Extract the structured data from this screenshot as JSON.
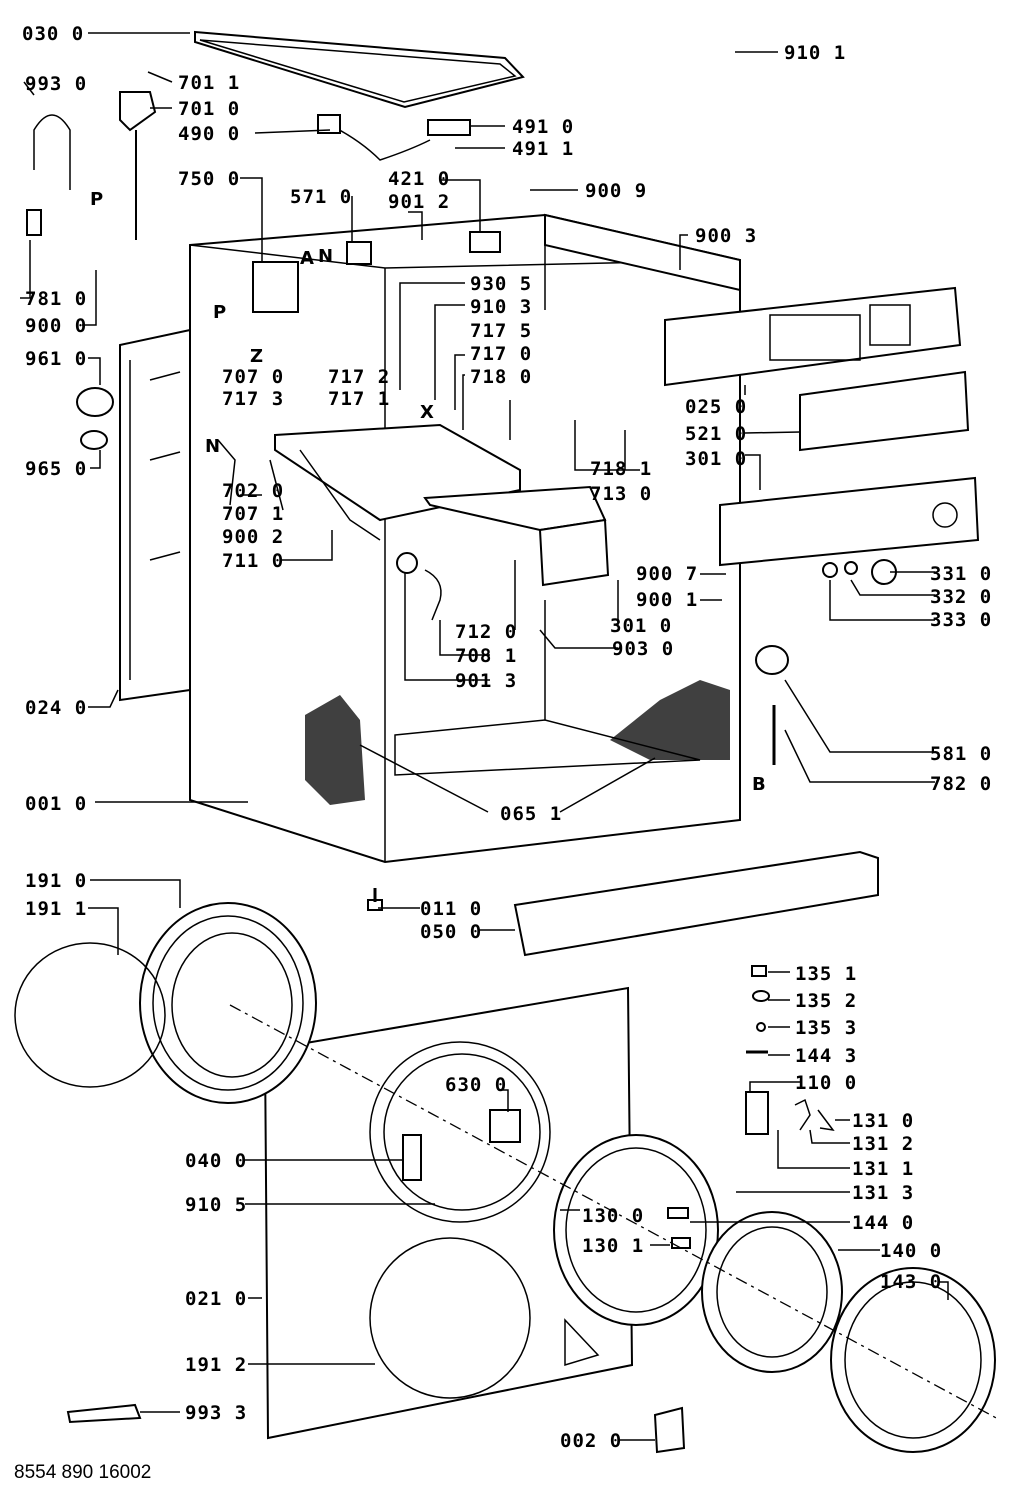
{
  "document_ref": "8554 890 16002",
  "callouts": {
    "c0300": "030 0",
    "c9101": "910 1",
    "c9930": "993 0",
    "c7011": "701 1",
    "c7010": "701 0",
    "c4900": "490 0",
    "c4910": "491 0",
    "c4911": "491 1",
    "c7500": "750 0",
    "c5710": "571 0",
    "c4210": "421 0",
    "c9012": "901 2",
    "c9009": "900 9",
    "c9003": "900 3",
    "c7810": "781 0",
    "c9000": "900 0",
    "c9610": "961 0",
    "c9650": "965 0",
    "c9305": "930 5",
    "c9103": "910 3",
    "c7175": "717 5",
    "c7170": "717 0",
    "c7180": "718 0",
    "c7070": "707 0",
    "c7172": "717 2",
    "c7173": "717 3",
    "c7171": "717 1",
    "c0250": "025 0",
    "c5210": "521 0",
    "c3010a": "301 0",
    "c7181": "718 1",
    "c7130": "713 0",
    "c7020": "702 0",
    "c7071": "707 1",
    "c9002": "900 2",
    "c7110": "711 0",
    "c9007": "900 7",
    "c9001": "900 1",
    "c3310": "331 0",
    "c3320": "332 0",
    "c3330": "333 0",
    "c7120": "712 0",
    "c3010b": "301 0",
    "c7081": "708 1",
    "c9030": "903 0",
    "c9013": "901 3",
    "c0240": "024 0",
    "c5810": "581 0",
    "c7820": "782 0",
    "c0010": "001 0",
    "c0651": "065 1",
    "c1910": "191 0",
    "c1911": "191 1",
    "c0110": "011 0",
    "c0500": "050 0",
    "c1351": "135 1",
    "c1352": "135 2",
    "c1353": "135 3",
    "c1443": "144 3",
    "c1100": "110 0",
    "c6300": "630 0",
    "c1310": "131 0",
    "c1312": "131 2",
    "c0400": "040 0",
    "c1311": "131 1",
    "c1313": "131 3",
    "c9105": "910 5",
    "c1300": "130 0",
    "c1440": "144 0",
    "c1301": "130 1",
    "c1400": "140 0",
    "c0210": "021 0",
    "c1430": "143 0",
    "c1912": "191 2",
    "c9933": "993 3",
    "c0020": "002 0"
  },
  "markers": {
    "A": "A",
    "N1": "N",
    "N2": "N",
    "P1": "P",
    "P2": "P",
    "Z": "Z",
    "X": "X",
    "B": "B"
  }
}
